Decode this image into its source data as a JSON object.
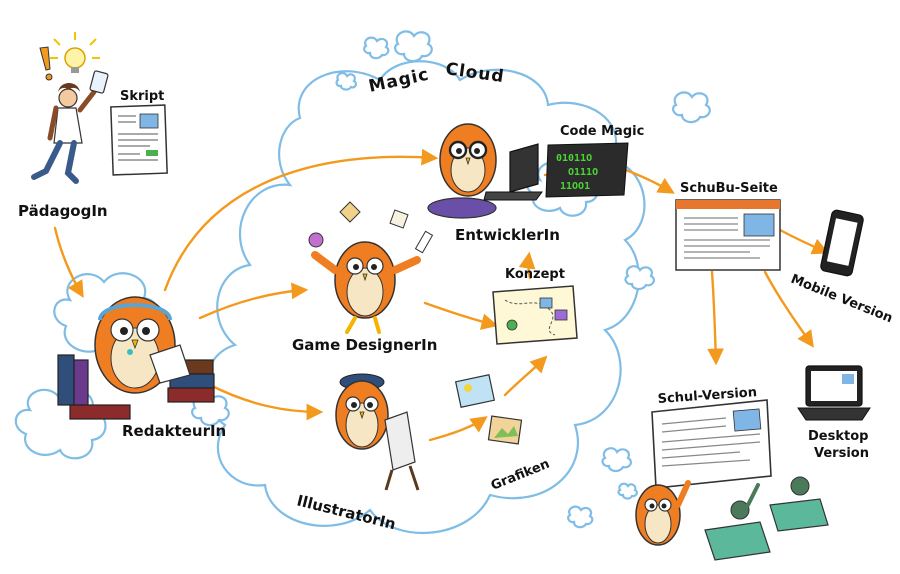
{
  "colors": {
    "arrow": "#f39a1e",
    "cloud_outline": "#7fbde6",
    "owl_orange": "#ef7d22",
    "owl_cream": "#f7e6c4",
    "code_green": "#4cd437",
    "page_accent": "#e8772e"
  },
  "cloud": {
    "title_1": "Magic",
    "title_2": "Cloud"
  },
  "roles": {
    "paedagogin": "PädagogIn",
    "redakteurin": "RedakteurIn",
    "game_designer": "Game DesignerIn",
    "illustrator": "IllustratorIn",
    "entwickler": "EntwicklerIn"
  },
  "artifacts": {
    "skript": "Skript",
    "konzept": "Konzept",
    "grafiken": "Grafiken",
    "code_magic": "Code Magic",
    "code_lines": [
      "01011O",
      "O111O",
      "11OO1"
    ]
  },
  "outputs": {
    "schubu": "SchuBu-Seite",
    "mobile": "Mobile Version",
    "schul": "Schul-Version",
    "desktop_1": "Desktop",
    "desktop_2": "Version"
  },
  "icons": {
    "idea": "lightbulb-icon",
    "alert": "exclamation-icon",
    "laptop": "laptop-icon",
    "phone": "smartphone-icon",
    "books": "books-icon"
  }
}
